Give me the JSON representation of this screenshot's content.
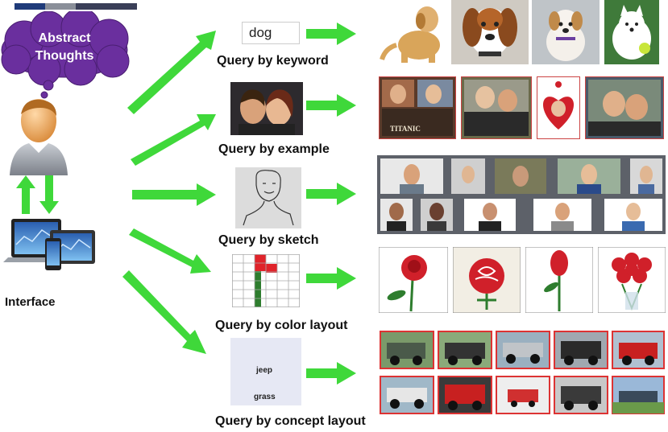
{
  "thought_cloud": {
    "line1": "Abstract",
    "line2": "Thoughts"
  },
  "interface_label": "Interface",
  "keyword_query": {
    "value": "dog"
  },
  "queries": [
    {
      "label": "Query by keyword"
    },
    {
      "label": "Query by example"
    },
    {
      "label": "Query by sketch"
    },
    {
      "label": "Query by color layout"
    },
    {
      "label": "Query by concept layout"
    }
  ],
  "concept_layout": {
    "top_word": "jeep",
    "bottom_word": "grass"
  },
  "result_captions": {
    "titanic": "TITANIC"
  },
  "colors": {
    "arrow": "#3fd83a",
    "cloud": "#6a2f9e",
    "panel": "#5d6169",
    "red_block": "#e0232a",
    "green_block": "#2e7d2e"
  },
  "icons": [
    "person-icon",
    "laptop-icon",
    "tablet-icon",
    "phone-icon",
    "sketch-face-icon"
  ]
}
